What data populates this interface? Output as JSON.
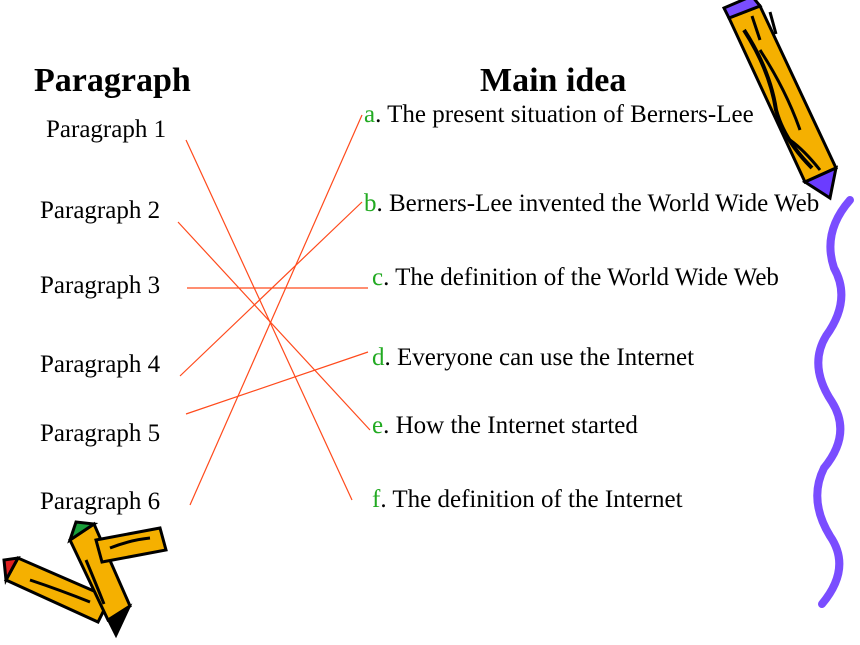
{
  "headers": {
    "paragraph": "Paragraph",
    "main_idea": "Main idea"
  },
  "paragraphs": [
    "Paragraph 1",
    "Paragraph 2",
    "Paragraph 3",
    "Paragraph 4",
    "Paragraph 5",
    "Paragraph 6"
  ],
  "ideas": [
    {
      "letter": "a",
      "text": ". The present situation of Berners-Lee"
    },
    {
      "letter": "b",
      "text": ". Berners-Lee invented the World Wide Web"
    },
    {
      "letter": "c",
      "text": ". The definition of the World Wide Web"
    },
    {
      "letter": "d",
      "text": ". Everyone can use the Internet"
    },
    {
      "letter": "e",
      "text": ". How the Internet started"
    },
    {
      "letter": "f",
      "text": ". The definition of the Internet"
    }
  ],
  "matches": [
    [
      "Paragraph 1",
      "f"
    ],
    [
      "Paragraph 2",
      "e"
    ],
    [
      "Paragraph 3",
      "c"
    ],
    [
      "Paragraph 4",
      "b"
    ],
    [
      "Paragraph 5",
      "d"
    ],
    [
      "Paragraph 6",
      "a"
    ]
  ],
  "colors": {
    "line": "#ff4a1c",
    "letter": "#22aa22",
    "pencil_body": "#f5b000",
    "squiggle": "#7a4dff"
  },
  "icons": [
    "pencil-icon",
    "crayons-icon",
    "squiggle-decoration"
  ]
}
